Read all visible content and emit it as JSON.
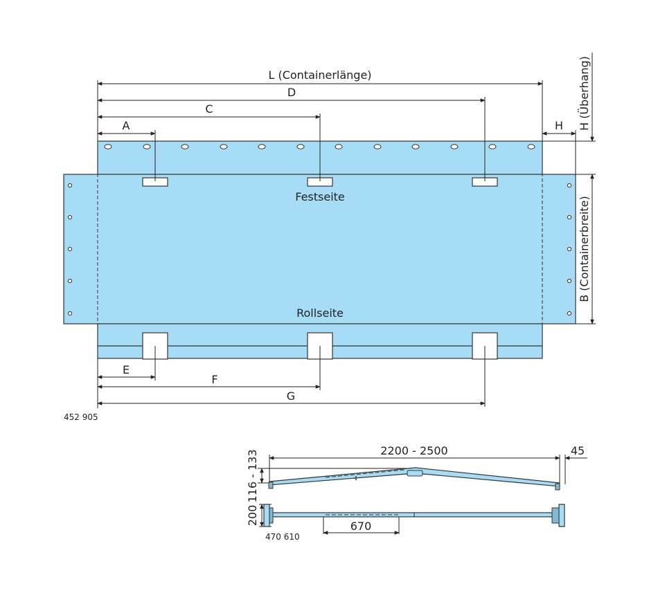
{
  "colors": {
    "tarp": "#a6dcf5",
    "line": "#333333",
    "text": "#222222",
    "cutout": "#ffffff"
  },
  "top_drawing": {
    "dim_L": "L (Containerlänge)",
    "dim_D": "D",
    "dim_C": "C",
    "dim_A": "A",
    "dim_H": "H",
    "dim_H_vertical": "H (Überhang)",
    "dim_B_vertical": "B (Containerbreite)",
    "dim_E": "E",
    "dim_F": "F",
    "dim_G": "G",
    "label_fixed_side": "Festseite",
    "label_roll_side": "Rollseite",
    "article_number": "452 905"
  },
  "bottom_drawing": {
    "dim_span": "2200 - 2500",
    "dim_right": "45",
    "dim_height_range": "116 - 133",
    "dim_height": "200",
    "dim_stroke": "670",
    "article_number": "470 610"
  }
}
